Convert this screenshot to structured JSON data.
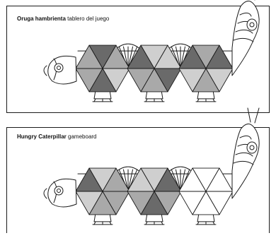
{
  "colors": {
    "light": "#cfcfcf",
    "medium": "#a9a9a9",
    "dark": "#6a6a6a",
    "blank": "#ffffff"
  },
  "boards": [
    {
      "id": "board-es",
      "title_bold": "Oruga hambrienta",
      "title_rest": "tablero del juego",
      "segments": [
        [
          "dark",
          "medium",
          "light",
          "dark",
          "medium",
          "medium"
        ],
        [
          "light",
          "light",
          "dark",
          "medium",
          "medium",
          "dark"
        ],
        [
          "medium",
          "dark",
          "light",
          "medium",
          "light",
          "dark"
        ]
      ]
    },
    {
      "id": "board-en",
      "title_bold": "Hungry Caterpillar",
      "title_rest": "gameboard",
      "segments": [
        [
          "light",
          "medium",
          "medium",
          "medium",
          "light",
          "dark"
        ],
        [
          "light",
          "dark",
          "medium",
          "dark",
          "medium",
          "light"
        ],
        [
          "blank",
          "blank",
          "blank",
          "blank",
          "blank",
          "blank"
        ]
      ]
    }
  ]
}
